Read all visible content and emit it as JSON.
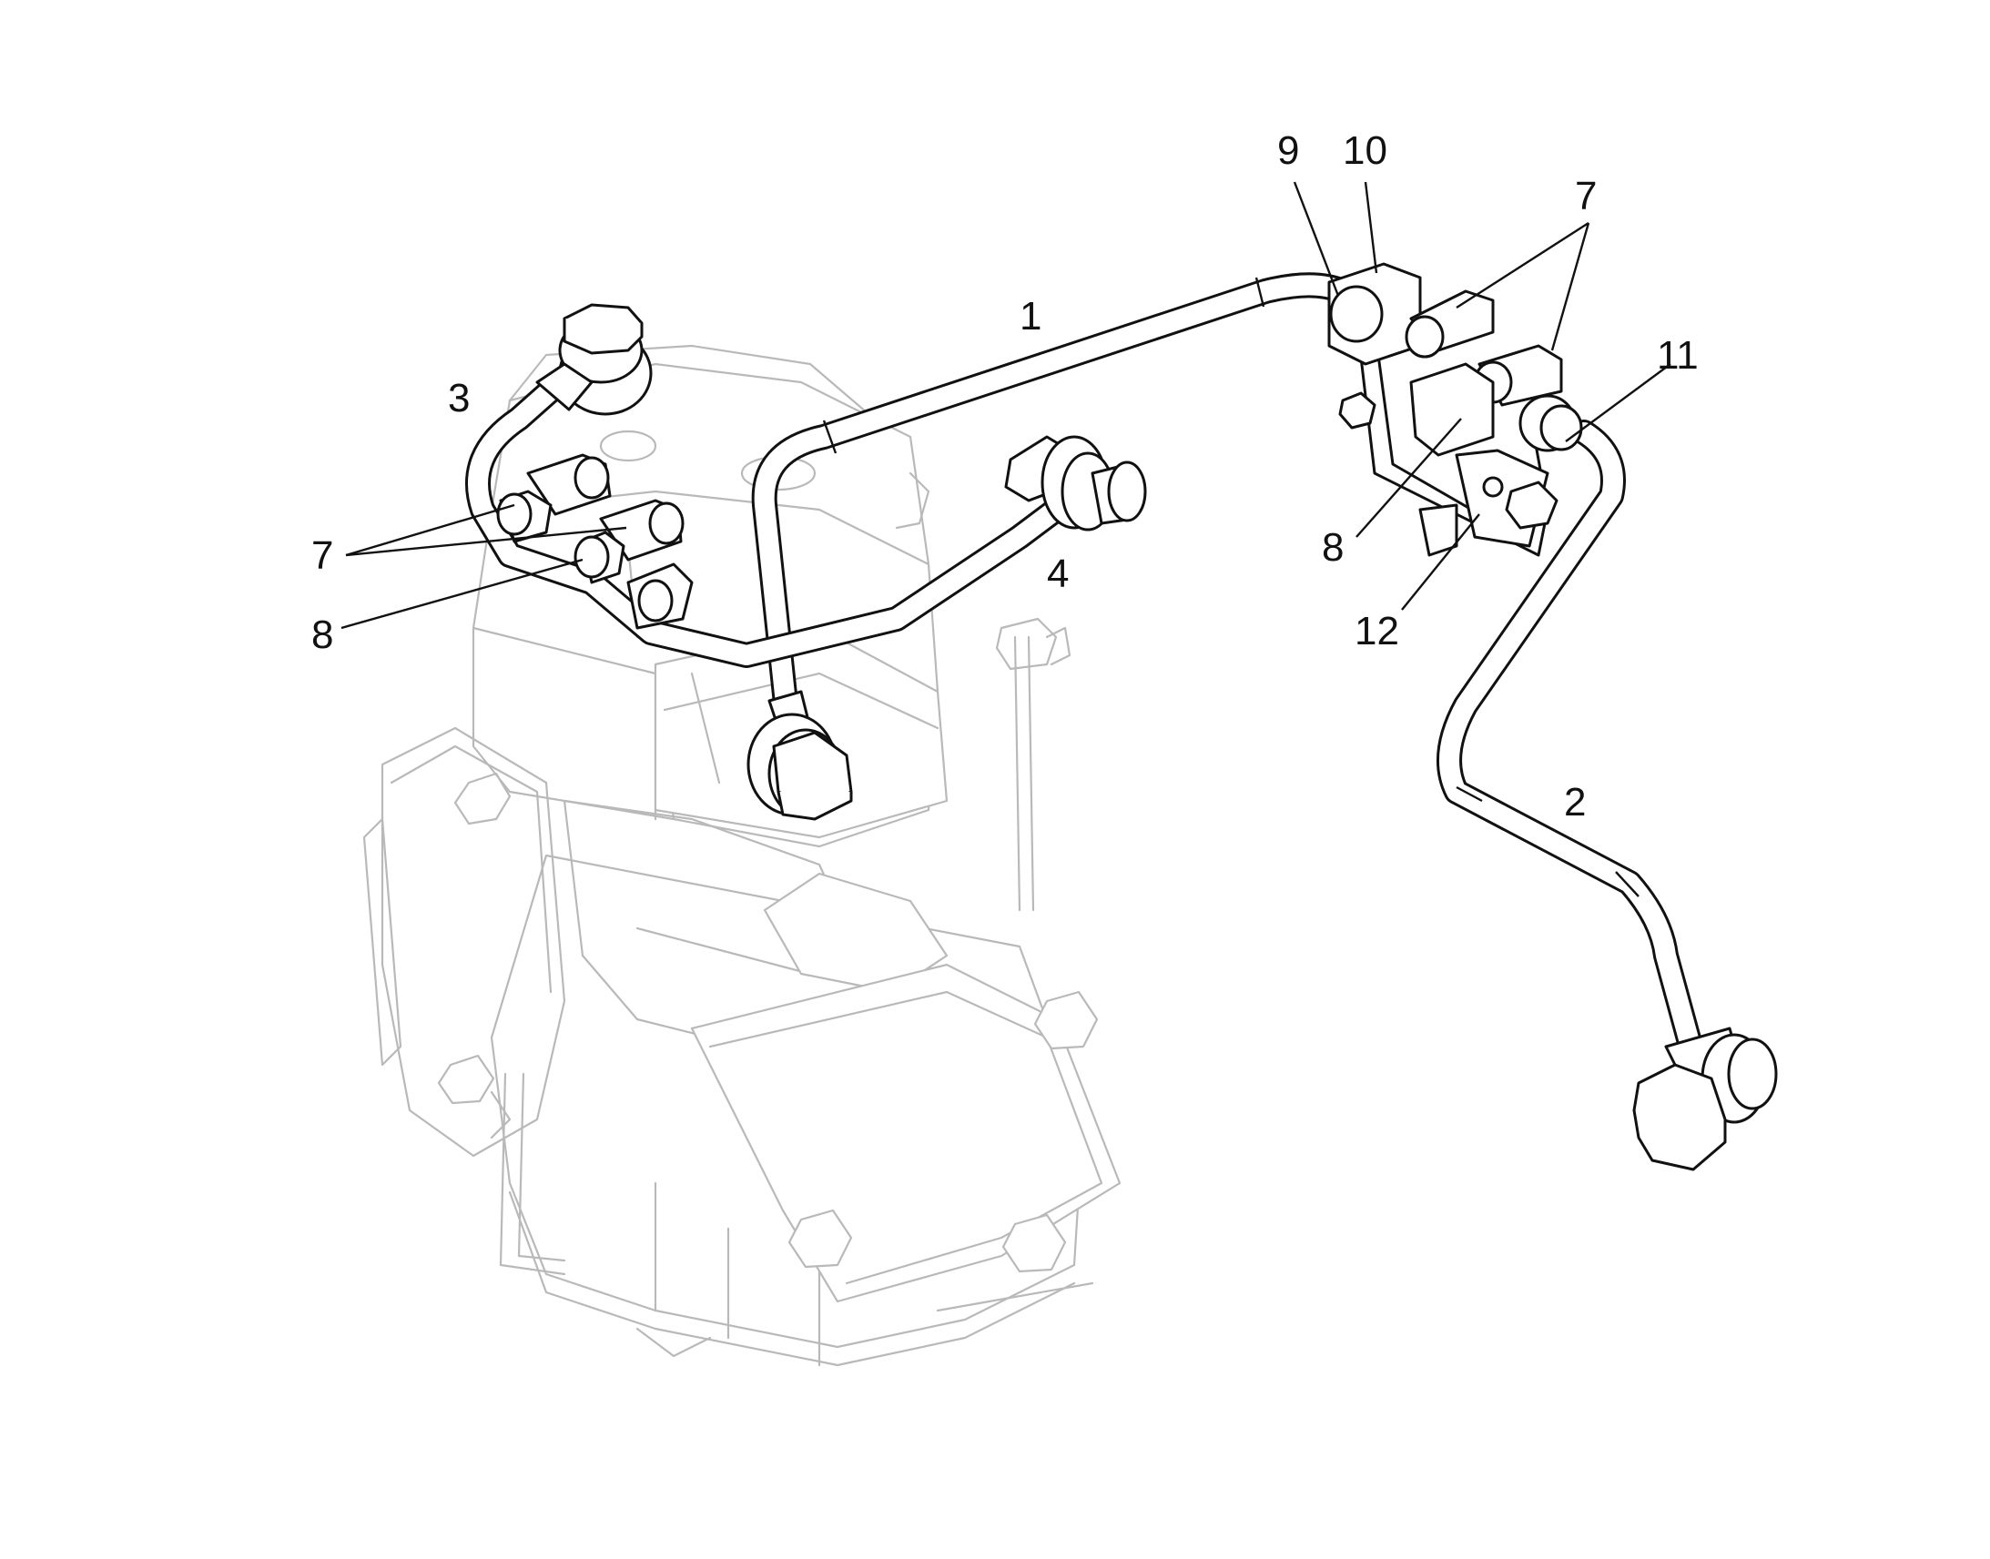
{
  "diagram": {
    "callouts": [
      {
        "id": "c1",
        "label": "1"
      },
      {
        "id": "c2",
        "label": "2"
      },
      {
        "id": "c3",
        "label": "3"
      },
      {
        "id": "c4",
        "label": "4"
      },
      {
        "id": "c7a",
        "label": "7"
      },
      {
        "id": "c7b",
        "label": "7"
      },
      {
        "id": "c8a",
        "label": "8"
      },
      {
        "id": "c8b",
        "label": "8"
      },
      {
        "id": "c9",
        "label": "9"
      },
      {
        "id": "c10",
        "label": "10"
      },
      {
        "id": "c11",
        "label": "11"
      },
      {
        "id": "c12",
        "label": "12"
      }
    ]
  }
}
